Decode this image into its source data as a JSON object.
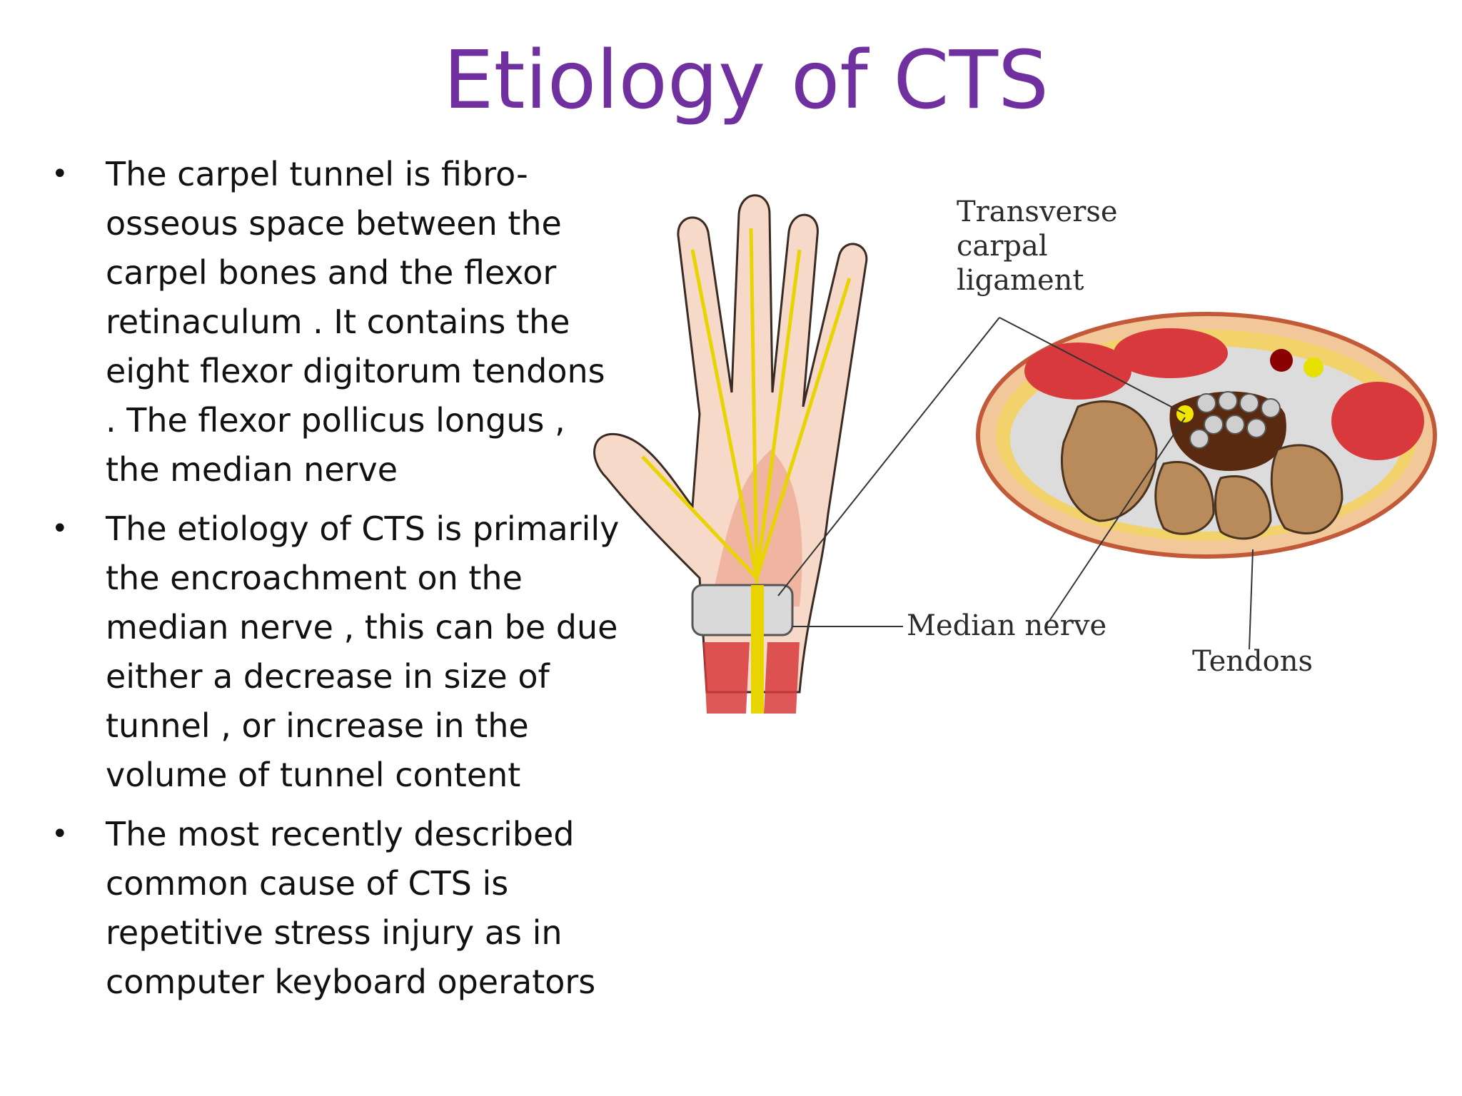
{
  "slide": {
    "title": "Etiology of CTS",
    "bullets": [
      "The carpel tunnel is fibro-osseous space between the carpel bones and the flexor retinaculum . It contains the eight flexor digitorum tendons  . The flexor pollicus longus , the median nerve",
      "The etiology of CTS is primarily the encroachment on the median nerve , this can be due either a decrease in size of tunnel , or increase in the volume  of tunnel content",
      "The most recently described common cause of CTS is repetitive stress injury as in computer keyboard operators"
    ],
    "bullet_symbol": "•"
  },
  "figure": {
    "labels": {
      "ligament_line1": "Transverse",
      "ligament_line2": "carpal",
      "ligament_line3": "ligament",
      "nerve": "Median nerve",
      "tendons": "Tendons"
    }
  },
  "colors": {
    "title": "#7030a0",
    "text": "#111111",
    "skin": "#f3c9b2",
    "nerve": "#e8d400",
    "muscle": "#d8393c",
    "bone": "#b98a5a"
  }
}
